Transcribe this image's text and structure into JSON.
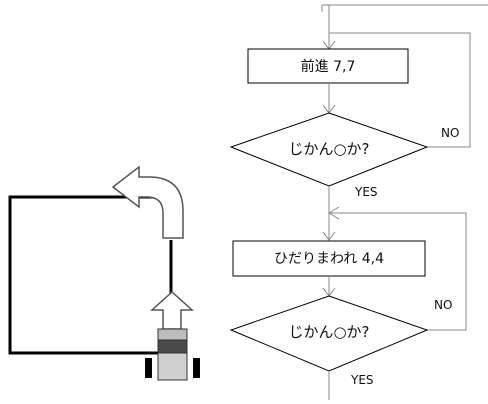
{
  "flowchart": {
    "step1": {
      "label": "前進 7,7"
    },
    "decision1": {
      "label": "じかん○か?",
      "no_label": "NO",
      "yes_label": "YES"
    },
    "step2": {
      "label": "ひだりまわれ 4,4"
    },
    "decision2": {
      "label": "じかん○か?",
      "no_label": "NO",
      "yes_label": "YES"
    }
  },
  "colors": {
    "line": "#555555",
    "box_border": "#000000",
    "loop_line": "#888888",
    "robot_top": "#bdbdbd",
    "robot_mid": "#4a4a4a",
    "robot_bottom": "#d0d0d0",
    "wheel": "#000000"
  },
  "icons": {
    "turn_arrow": "turn-left-arrow-icon",
    "forward_arrow": "up-arrow-icon",
    "robot": "robot-car-icon"
  }
}
